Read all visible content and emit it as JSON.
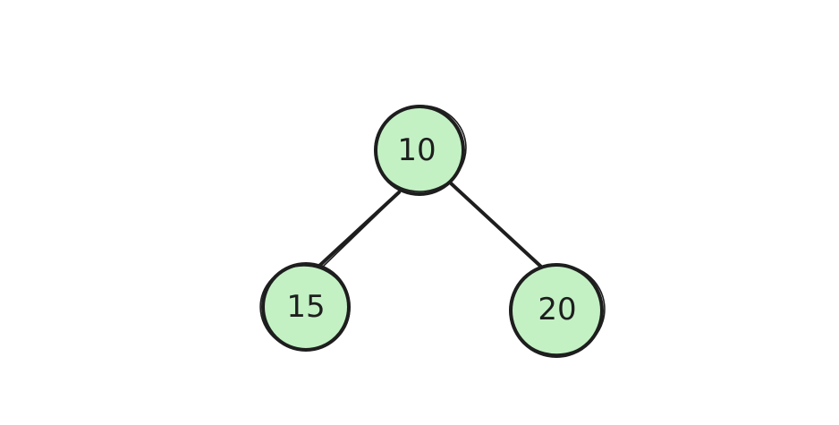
{
  "colors": {
    "node_fill": "#c3f1c4",
    "stroke": "#1e1e1e",
    "background": "#ffffff"
  },
  "tree": {
    "root": "10",
    "left_child": "15",
    "right_child": "20"
  }
}
